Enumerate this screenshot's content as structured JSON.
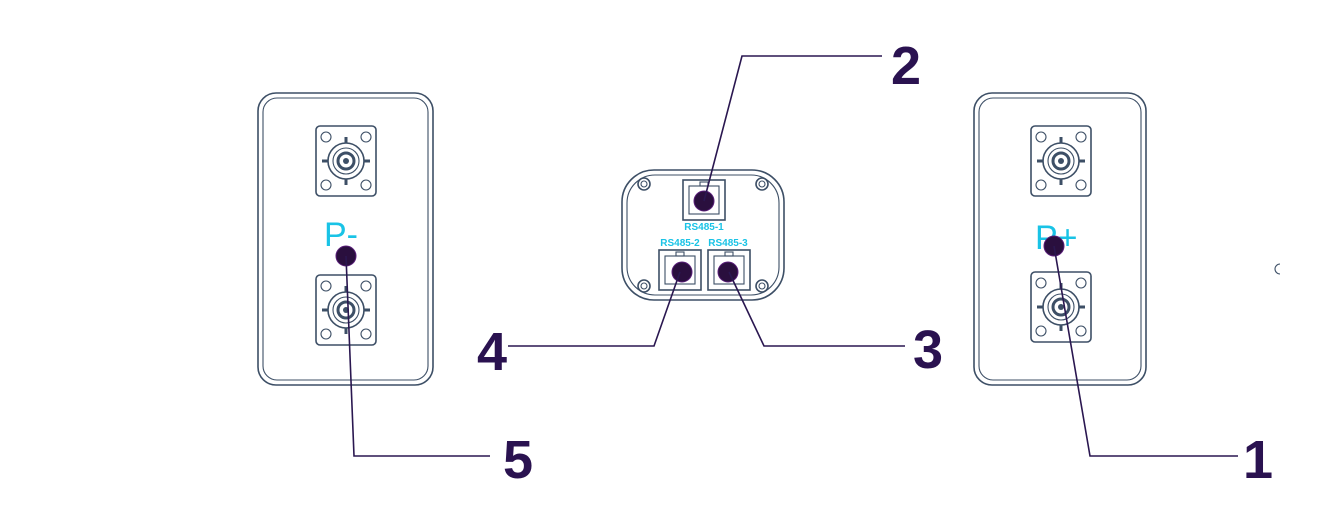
{
  "left_panel": {
    "label": "P-"
  },
  "right_panel": {
    "label": "P+"
  },
  "center_box": {
    "ports": [
      "RS485-1",
      "RS485-2",
      "RS485-3"
    ]
  },
  "callouts": [
    "1",
    "2",
    "3",
    "4",
    "5"
  ],
  "colors": {
    "outline": "#3d4f66",
    "label": "#19c3e6",
    "callout": "#2a1250",
    "marker": "#2a0f3e"
  }
}
